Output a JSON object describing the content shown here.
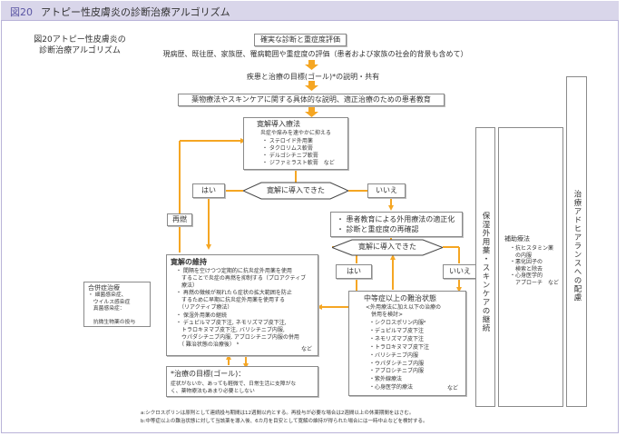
{
  "header": {
    "figure_number": "図20",
    "title": "アトピー性皮膚炎の診断治療アルゴリズム"
  },
  "caption": {
    "line1": "図20アトピー性皮膚炎の",
    "line2": "診断治療アルゴリズム"
  },
  "flow": {
    "diagnosis_box": "確実な診断と重症度評価",
    "history_line": "現病歴、既往歴、家族歴、罹病範囲や重症度の評価（患者および家族の社会的背景も含めて）",
    "goal_share": "疾患と治療の目標(ゴール)*の説明・共有",
    "education_box": "薬物療法やスキンケアに関する具体的な説明、適正治療のための患者教育",
    "induction": {
      "title": "寛解導入療法",
      "subtitle": "炎症や痒みを速やかに抑える",
      "items": [
        "・ ステロイド外用薬",
        "・ タクロリムス軟膏",
        "・ デルゴシチニブ軟膏",
        "・ ジファミラスト軟膏　など"
      ]
    },
    "decision1": "寛解に導入できた",
    "yes1": "はい",
    "no1": "いいえ",
    "relapse": "再燃",
    "reeducation": {
      "items": [
        "・ 患者教育による外用療法の適正化",
        "・ 診断と重症度の再確認"
      ]
    },
    "decision2": "寛解に導入できた",
    "yes2": "はい",
    "no2": "いいえ",
    "maintenance": {
      "title": "寛解の維持",
      "lines": [
        "・ 間隔を空けつつ定期的に抗炎症外用薬を使用",
        "　することで炎症の再燃を抑制する（プロアクティブ",
        "　療法）",
        "・ 再燃の徴候が現れたら症状の拡大範囲を防止",
        "　するために早期に抗炎症外用薬を使用する",
        "　（リアクティブ療法）",
        "・ 保湿外用薬の継続",
        "・ デュピルマブ皮下注, ネモリズマブ皮下注,",
        "　トラロキヌマブ皮下注, バリシチニブ内服,",
        "　ウパダシチニブ内服, アブロシチニブ内服の併用",
        "　（ 難治状態の治療後） ᵇ"
      ],
      "etc": "など"
    },
    "goal_note": {
      "title": "*治療の目標(ゴール)：",
      "line1": "症状がないか、あっても軽微で、日常生活に支障がな",
      "line2": "く、薬物療法もあまり必要としない"
    },
    "complication": {
      "title": "合併症治療",
      "lines": [
        "・ 細菌感染症、",
        "　ウイルス感染症",
        "　真菌感染症：",
        "",
        "　抗微生物薬の投与"
      ]
    },
    "refractory": {
      "title": "中等症以上の難治状態",
      "subtitle": "<外用療法に加え以下の治療の",
      "subtitle2": "　併用を検討>",
      "items": [
        "・シクロスポリン内服ᵃ",
        "・デュピルマブ皮下注",
        "・ネモリズマブ皮下注",
        "・トラロキヌマブ皮下注",
        "・バリシチニブ内服",
        "・ウパダシチニブ内服",
        "・アブロシチニブ内服",
        "・紫外線療法",
        "・心身医学的療法"
      ],
      "etc": "など"
    }
  },
  "side_columns": {
    "skincare": "保湿外用薬・スキンケアの継続",
    "adjunct": {
      "title": "補助療法",
      "items": [
        "・抗ヒスタミン薬",
        "　の内服",
        "・悪化因子の",
        "　検索と除去",
        "・心身医学的",
        "　アプローチ　など"
      ]
    },
    "adherence": "治療アドヒアランスへの配慮"
  },
  "footnotes": {
    "a": "a:シクロスポリンは原則として連続投与期間は12週間以内とする。再投与が必要な場合は2週間以上の休薬期間をはさむ。",
    "b": "b:中等症以上の難治状態に対して当該薬を導入後、6カ月を目安として寛解の維持が得られた場合には一時中止などを検討する。"
  },
  "colors": {
    "arrow": "#f5a623",
    "header_bg": "#d9d6ea",
    "header_border": "#b9b3d8",
    "figure_label": "#5a55a3",
    "box_border": "#8a8a8a"
  }
}
